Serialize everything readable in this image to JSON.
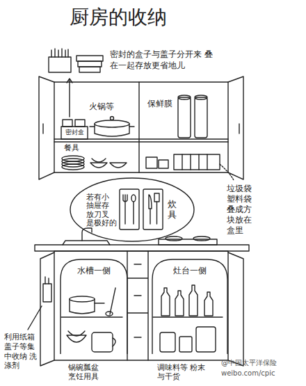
{
  "diagram": {
    "title": "厨房的收纳",
    "nodes": [
      {
        "text": [
          "若有小 抽屉存 放刀叉 是极好的",
          "炊具"
        ]
      },
      {
        "text": [
          "水槽一侧"
        ]
      },
      {
        "text": [
          "灶台一侧"
        ]
      }
    ],
    "labels": [
      "密封的盒子与盖子分开来 叠在一起存放更省地儿",
      "火锅等",
      "保鲜膜",
      "密封盒",
      "餐具",
      "垃圾袋 塑料袋 叠成方 块放在 盒里",
      "利用纸箱 盖子等集 中收纳 洗涤剂",
      "锅碗瓢盆 烹饪用具",
      "调味料等 粉末与干货",
      "@中国太平洋保险",
      "weibo.com/cpic"
    ]
  }
}
